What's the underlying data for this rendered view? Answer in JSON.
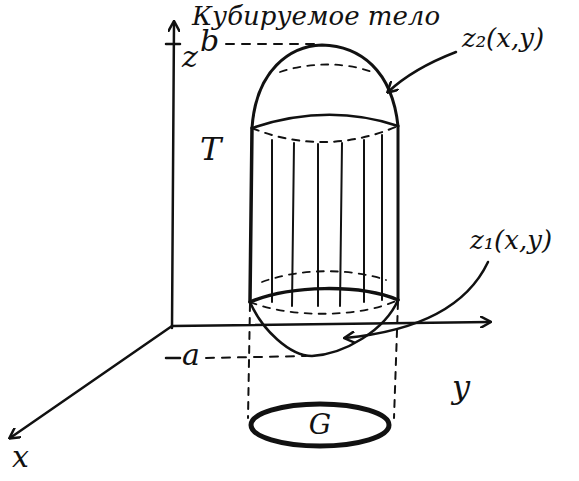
{
  "diagram": {
    "title": "Кубируемое тело",
    "nodes": [
      {
        "text": [
          "G"
        ]
      }
    ],
    "labels": [
      "z",
      "b",
      "T",
      "z₂(x,y)",
      "z₁(x,y)",
      "a",
      "y",
      "x"
    ]
  }
}
